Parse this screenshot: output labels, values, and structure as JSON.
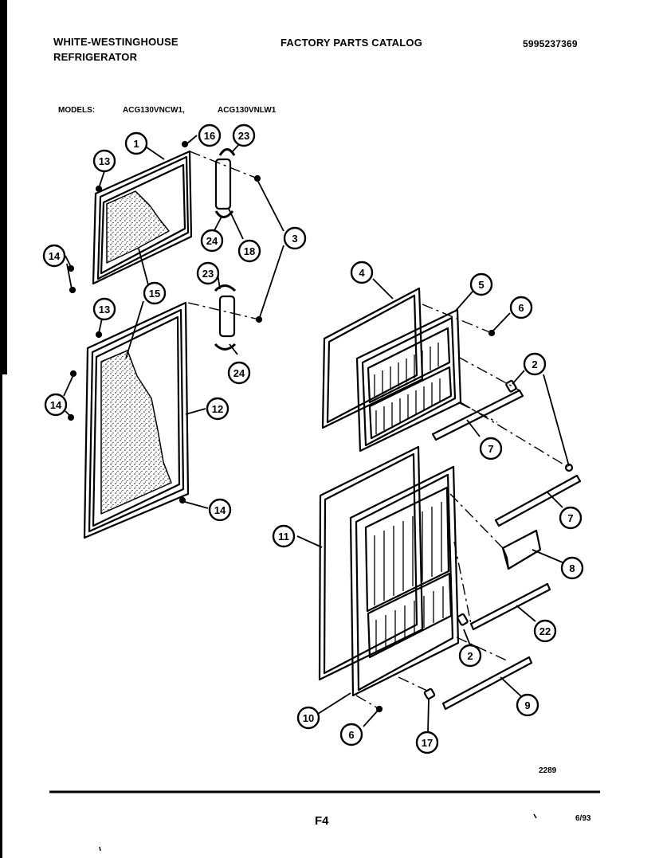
{
  "header": {
    "brand_line1": "WHITE-WESTINGHOUSE",
    "brand_line2": "REFRIGERATOR",
    "catalog_title": "FACTORY PARTS CATALOG",
    "catalog_number": "5995237369"
  },
  "models": {
    "label": "MODELS:",
    "model_1": "ACG130VNCW1,",
    "model_2": "ACG130VNLW1"
  },
  "drawing_number": "2289",
  "footer": {
    "page_label": "F4",
    "date": "6/93"
  },
  "callouts": [
    "1",
    "16",
    "23",
    "13",
    "24",
    "18",
    "3",
    "14",
    "15",
    "23",
    "13",
    "24",
    "14",
    "12",
    "14",
    "4",
    "5",
    "6",
    "2",
    "7",
    "7",
    "11",
    "8",
    "22",
    "2",
    "9",
    "10",
    "6",
    "17"
  ]
}
